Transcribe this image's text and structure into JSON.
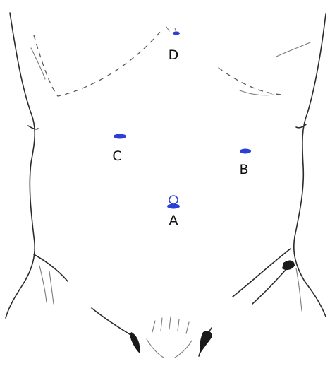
{
  "ports": [
    {
      "label": "A"
    },
    {
      "label": "B"
    },
    {
      "label": "C"
    },
    {
      "label": "D"
    }
  ],
  "colors": {
    "marker": "#2b3fd6",
    "line": "#2b2b2b",
    "background": "#ffffff"
  }
}
